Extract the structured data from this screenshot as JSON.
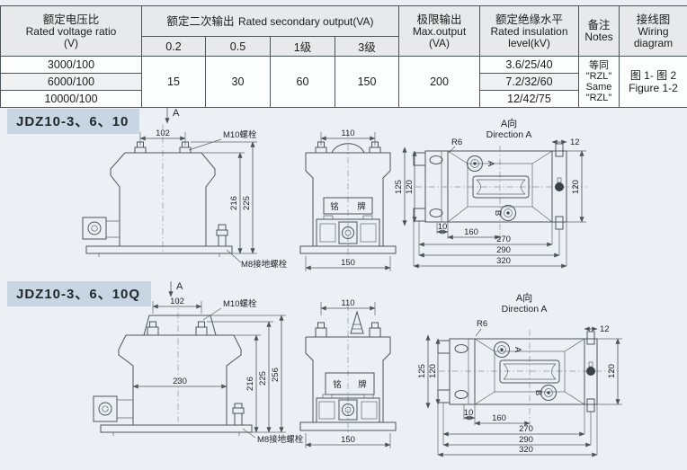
{
  "table": {
    "col_voltage": {
      "zh": "额定电压比",
      "en": "Rated voltage ratio",
      "unit": "(V)"
    },
    "col_secondary": {
      "zh": "额定二次输出",
      "en": "Rated secondary output(VA)"
    },
    "classes": [
      "0.2",
      "0.5",
      "1级",
      "3级"
    ],
    "col_max": {
      "zh": "极限输出",
      "en": "Max.output",
      "unit": "(VA)"
    },
    "col_insulation": {
      "zh": "额定绝缘水平",
      "en": "Rated insulation",
      "unit": "level(kV)"
    },
    "col_notes": {
      "zh": "备注",
      "en": "Notes"
    },
    "col_wiring": {
      "zh": "接线图",
      "en1": "Wiring",
      "en2": "diagram"
    },
    "voltage_ratios": [
      "3000/100",
      "6000/100",
      "10000/100"
    ],
    "secondary_values": [
      "15",
      "30",
      "60",
      "150"
    ],
    "max_output": "200",
    "insulation_levels": [
      "3.6/25/40",
      "7.2/32/60",
      "12/42/75"
    ],
    "notes_lines": [
      "等同",
      "\"RZL\"",
      "Same",
      "\"RZL\""
    ],
    "wiring_lines": [
      "图 1- 图 2",
      "Figure 1-2"
    ]
  },
  "sections": [
    {
      "label": "JDZ10-3、6、10",
      "front": {
        "view_arrow": "A",
        "dim_top": "102",
        "bolt_label": "M10螺栓",
        "dim_h1": "216",
        "dim_h2": "225",
        "ground_label": "M8接地螺栓"
      },
      "side": {
        "dim_top": "110",
        "nameplate_1": "铭",
        "nameplate_2": "牌",
        "dim_bottom": "150"
      },
      "dira": {
        "title_zh": "A向",
        "title_en": "Direction A",
        "radius_label": "R6",
        "dim_tab": "12",
        "dim_right": "120",
        "dim_left_outer": "125",
        "dim_left_inner": "120",
        "terminal_a": "A",
        "terminal_b": "B",
        "dim_b1": "10",
        "dim_b2": "160",
        "dim_b3": "270",
        "dim_b4": "290",
        "dim_b5": "320"
      }
    },
    {
      "label": "JDZ10-3、6、10Q",
      "front": {
        "view_arrow": "A",
        "dim_top": "102",
        "bolt_label": "M10螺栓",
        "dim_width": "230",
        "dim_h1": "216",
        "dim_h2": "225",
        "dim_h3": "256",
        "ground_label": "M8接地螺栓"
      },
      "side": {
        "dim_top": "110",
        "nameplate_1": "铭",
        "nameplate_2": "牌",
        "dim_bottom": "150"
      },
      "dira": {
        "title_zh": "A向",
        "title_en": "Direction A",
        "radius_label": "R6",
        "dim_tab": "12",
        "dim_right": "120",
        "dim_left_outer": "125",
        "dim_left_inner": "120",
        "terminal_a": "A",
        "terminal_b": "B",
        "dim_b1": "10",
        "dim_b2": "160",
        "dim_b3": "270",
        "dim_b4": "290",
        "dim_b5": "320"
      }
    }
  ]
}
